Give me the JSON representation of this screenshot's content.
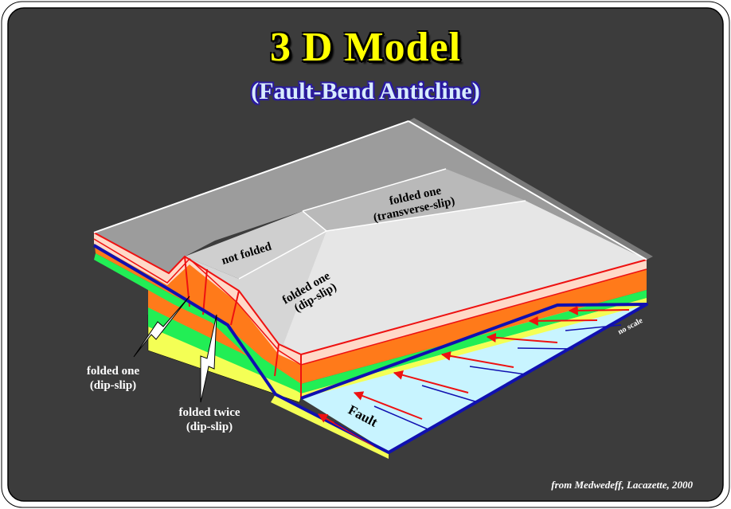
{
  "title": "3 D Model",
  "subtitle": "(Fault-Bend Anticline)",
  "credit": "from Medwedeff, Lacazette, 2000",
  "labels": {
    "not_folded": "not folded",
    "folded_one_transverse_line1": "folded one",
    "folded_one_transverse_line2": "(transverse-slip)",
    "folded_one_dip_top_line1": "folded one",
    "folded_one_dip_top_line2": "(dip-slip)",
    "folded_one_left_line1": "folded one",
    "folded_one_left_line2": "(dip-slip)",
    "folded_twice_line1": "folded twice",
    "folded_twice_line2": "(dip-slip)",
    "fault": "Fault",
    "no_scale": "no scale"
  },
  "colors": {
    "background": "#3c3c3c",
    "frame": "#ffffff",
    "title": "#ffff00",
    "subtitle": "#d8ecff",
    "orange_layer": "#ff7a1a",
    "green_layer": "#22ee55",
    "yellow_layer": "#f4ff55",
    "pink_layer": "#ffd9c8",
    "fault_plane": "#c8f4ff",
    "fault_line": "#1010b0",
    "red_lines": "#ee1111"
  }
}
